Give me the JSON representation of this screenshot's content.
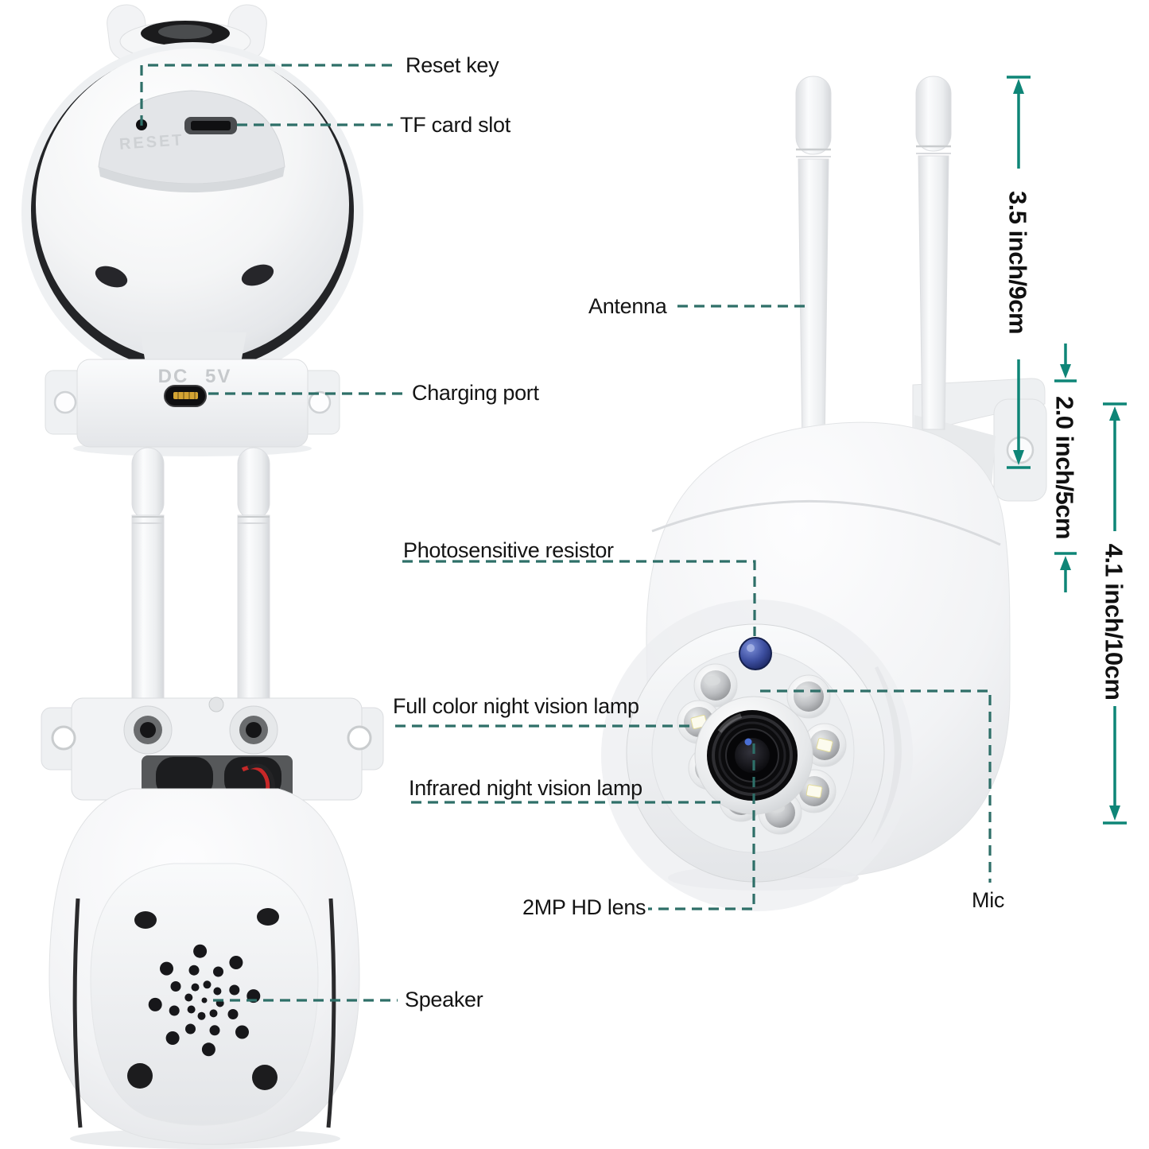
{
  "diagram": {
    "labels": {
      "reset_key": "Reset key",
      "tf_card_slot": "TF card slot",
      "charging_port": "Charging port",
      "antenna": "Antenna",
      "photosensitive_resistor": "Photosensitive resistor",
      "full_color_night_vision_lamp": "Full color night vision lamp",
      "infrared_night_vision_lamp": "Infrared night vision lamp",
      "hd_lens": "2MP HD lens",
      "speaker": "Speaker",
      "mic": "Mic"
    },
    "dimensions": {
      "antenna_length": "3.5 inch/9cm",
      "mount_height": "2.0 inch/5cm",
      "body_height": "4.1 inch/10cm"
    },
    "markings": {
      "reset": "RESET",
      "power": "DC 5V"
    },
    "colors": {
      "leader_line": "#2E6F68",
      "dimension_line": "#0E8577",
      "label_text": "#141414",
      "engraving": "#C9CCCF",
      "pcb_green": "#1E9A4B",
      "led_chip": "#FCFBEE",
      "photoresistor_blue": "#3D4FA0"
    }
  }
}
